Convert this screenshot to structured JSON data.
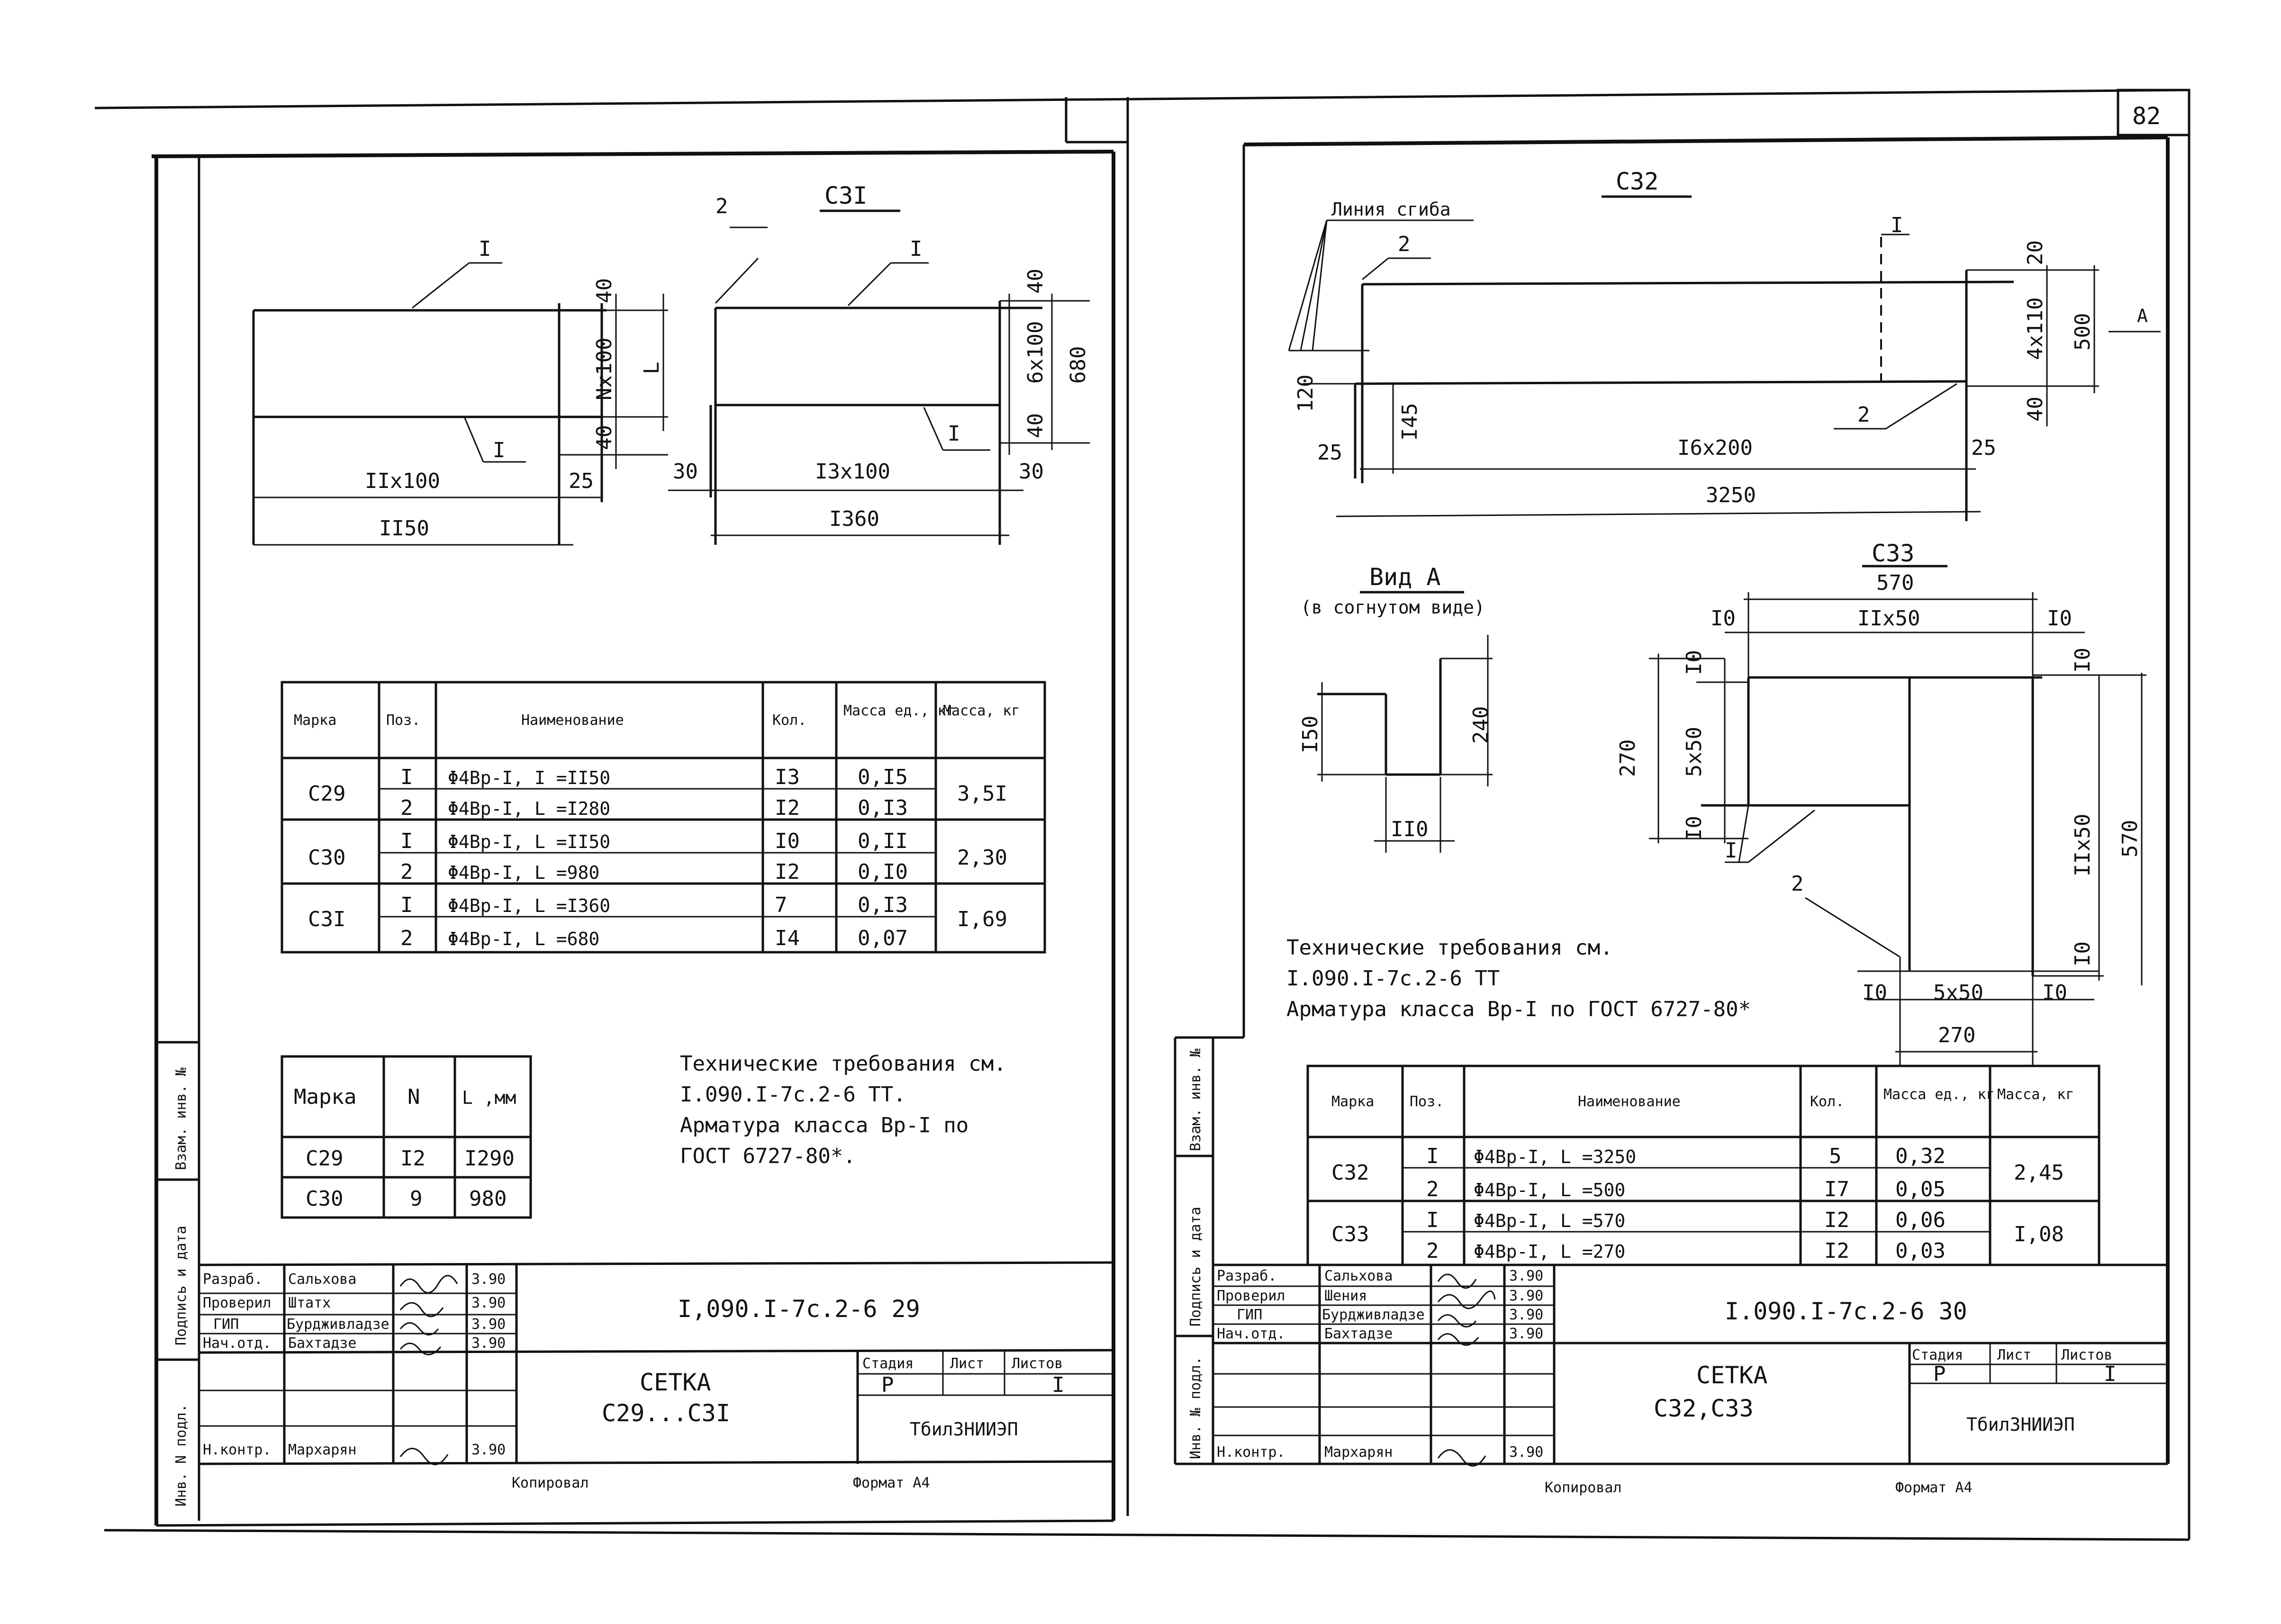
{
  "page_number": "82",
  "left_sheet": {
    "drawing_title": "С3I",
    "pos_1": "I",
    "pos_2": "2",
    "d_40": "40",
    "d_Nx100": "Nx100",
    "d_L": "L",
    "d_11x100": "IIx100",
    "d_25": "25",
    "d_1150": "II50",
    "d_30": "30",
    "d_13x100": "I3x100",
    "d_1360": "I360",
    "d_6x100": "6x100",
    "d_680": "680",
    "spec_headers": [
      "Марка",
      "Поз.",
      "Наименование",
      "Кол.",
      "Масса ед., кг",
      "Масса, кг"
    ],
    "spec_rows": [
      {
        "mark": "С29",
        "pos": "I",
        "name": "Φ4Вр-I, I =II50",
        "qty": "I3",
        "unit_mass": "0,I5",
        "total": "3,5I"
      },
      {
        "mark": "",
        "pos": "2",
        "name": "Φ4Вр-I, L =I280",
        "qty": "I2",
        "unit_mass": "0,I3",
        "total": ""
      },
      {
        "mark": "С30",
        "pos": "I",
        "name": "Φ4Вр-I, L =II50",
        "qty": "I0",
        "unit_mass": "0,II",
        "total": "2,30"
      },
      {
        "mark": "",
        "pos": "2",
        "name": "Φ4Вр-I, L =980",
        "qty": "I2",
        "unit_mass": "0,I0",
        "total": ""
      },
      {
        "mark": "С3I",
        "pos": "I",
        "name": "Φ4Вр-I, L =I360",
        "qty": "7",
        "unit_mass": "0,I3",
        "total": "I,69"
      },
      {
        "mark": "",
        "pos": "2",
        "name": "Φ4Вр-I, L =680",
        "qty": "I4",
        "unit_mass": "0,07",
        "total": ""
      }
    ],
    "small_table_headers": [
      "Марка",
      "N",
      "L ,мм"
    ],
    "small_table_rows": [
      {
        "mark": "С29",
        "n": "I2",
        "l": "I290"
      },
      {
        "mark": "С30",
        "n": "9",
        "l": "980"
      }
    ],
    "notes": [
      "Технические требования см.",
      "I.090.I-7с.2-6 ТТ.",
      "Арматура класса Вр-I по",
      "ГОСТ 6727-80*."
    ],
    "stamp": {
      "roles": [
        "Разраб.",
        "Проверил",
        "ГИП",
        "Нач.отд.",
        "",
        "",
        "Н.контр."
      ],
      "names": [
        "Сальхова",
        "Штатх",
        "Бурдживладзе",
        "Бахтадзе",
        "",
        "",
        "Мархарян"
      ],
      "dates": [
        "3.90",
        "3.90",
        "3.90",
        "3.90",
        "",
        "",
        "3.90"
      ],
      "doc_code": "I,090.I-7с.2-6 29",
      "title_1": "СЕТКА",
      "title_2": "С29...С3I",
      "stage_h": "Стадия",
      "sheet_h": "Лист",
      "sheets_h": "Листов",
      "stage": "Р",
      "sheets": "I",
      "org": "ТбилЗНИИЭП",
      "copied": "Копировал",
      "format": "Формат А4"
    },
    "side_labels": [
      "Взам. инв. №",
      "Подпись и дата",
      "Инв. N подл."
    ]
  },
  "right_sheet": {
    "drawing_title_c32": "С32",
    "bend_line": "Линия сгиба",
    "pos_1": "I",
    "pos_2": "2",
    "d_20": "20",
    "d_4x110": "4x110",
    "d_500": "500",
    "d_40": "40",
    "d_120": "120",
    "d_145": "I45",
    "d_25": "25",
    "d_16x200": "I6x200",
    "d_3250": "3250",
    "view_label": "А",
    "view_a": "Вид А",
    "view_a_sub": "(в согнутом виде)",
    "d_150": "I50",
    "d_240": "240",
    "d_110": "II0",
    "drawing_title_c33": "С33",
    "d_570": "570",
    "d_10": "I0",
    "d_11x50": "IIx50",
    "d_270": "270",
    "d_5x50": "5x50",
    "notes": [
      "Технические требования см.",
      "I.090.I-7с.2-6 ТТ",
      "Арматура класса Вр-I по ГОСТ 6727-80*"
    ],
    "spec_headers": [
      "Марка",
      "Поз.",
      "Наименование",
      "Кол.",
      "Масса ед., кг",
      "Масса, кг"
    ],
    "spec_rows": [
      {
        "mark": "С32",
        "pos": "I",
        "name": "Φ4Вр-I, L =3250",
        "qty": "5",
        "unit_mass": "0,32",
        "total": "2,45"
      },
      {
        "mark": "",
        "pos": "2",
        "name": "Φ4Вр-I, L =500",
        "qty": "I7",
        "unit_mass": "0,05",
        "total": ""
      },
      {
        "mark": "С33",
        "pos": "I",
        "name": "Φ4Вр-I, L =570",
        "qty": "I2",
        "unit_mass": "0,06",
        "total": "I,08"
      },
      {
        "mark": "",
        "pos": "2",
        "name": "Φ4Вр-I, L =270",
        "qty": "I2",
        "unit_mass": "0,03",
        "total": ""
      }
    ],
    "stamp": {
      "roles": [
        "Разраб.",
        "Проверил",
        "ГИП",
        "Нач.отд.",
        "",
        "",
        "Н.контр."
      ],
      "names": [
        "Сальхова",
        "Шения",
        "Бурдживладзе",
        "Бахтадзе",
        "",
        "",
        "Мархарян"
      ],
      "dates": [
        "3.90",
        "3.90",
        "3.90",
        "3.90",
        "",
        "",
        "3.90"
      ],
      "doc_code": "I.090.I-7с.2-6 30",
      "title_1": "СЕТКА",
      "title_2": "С32,С33",
      "stage_h": "Стадия",
      "sheet_h": "Лист",
      "sheets_h": "Листов",
      "stage": "Р",
      "sheets": "I",
      "org": "ТбилЗНИИЭП",
      "copied": "Копировал",
      "format": "Формат А4"
    },
    "side_labels": [
      "Взам. инв. №",
      "Подпись и дата",
      "Инв. № подл."
    ]
  }
}
